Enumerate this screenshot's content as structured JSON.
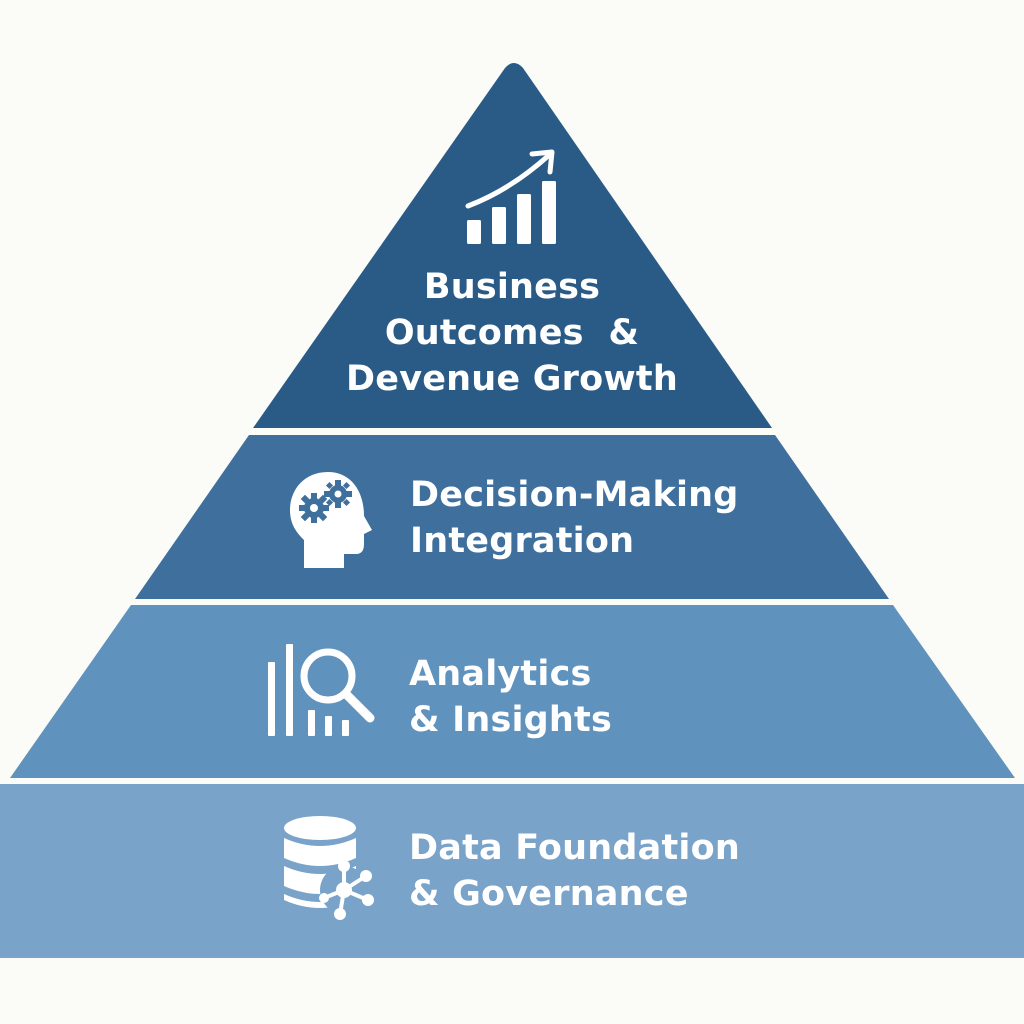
{
  "diagram": {
    "type": "pyramid",
    "colors": {
      "background": "#FBFBF8",
      "tier_top": "#2A5B86",
      "tier_decision": "#3E6F9D",
      "tier_analytics": "#5F92BD",
      "tier_data": "#79A3C9",
      "text": "#FFFFFF"
    },
    "tiers": [
      {
        "level": 1,
        "icon": "growth-chart-icon",
        "lines": [
          "Business",
          "Outcomes  &",
          "Devenue Growth"
        ]
      },
      {
        "level": 2,
        "icon": "head-gears-icon",
        "lines": [
          "Decision-Making",
          "Integration"
        ]
      },
      {
        "level": 3,
        "icon": "analytics-magnifier-icon",
        "lines": [
          "Analytics",
          "& Insights"
        ]
      },
      {
        "level": 4,
        "icon": "database-network-icon",
        "lines": [
          "Data Foundation",
          "& Governance"
        ]
      }
    ]
  }
}
